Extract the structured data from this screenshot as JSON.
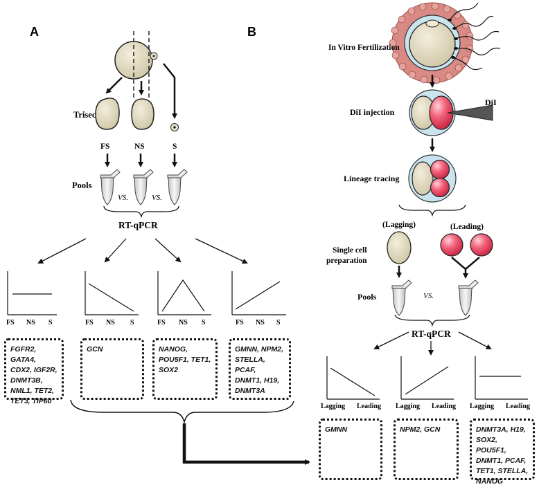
{
  "panel_a": {
    "letter": "A",
    "trisection_label": "Trisection",
    "fractions": [
      "FS",
      "NS",
      "S"
    ],
    "pools_label": "Pools",
    "vs": "VS.",
    "rtqpcr": "RT-qPCR",
    "graphs": [
      {
        "pattern": "flat",
        "x_ticks": [
          "FS",
          "NS",
          "S"
        ]
      },
      {
        "pattern": "decreasing",
        "x_ticks": [
          "FS",
          "NS",
          "S"
        ]
      },
      {
        "pattern": "peak",
        "x_ticks": [
          "FS",
          "NS",
          "S"
        ]
      },
      {
        "pattern": "increasing",
        "x_ticks": [
          "FS",
          "NS",
          "S"
        ]
      }
    ],
    "gene_boxes": [
      "FGFR2, GATA4, CDX2, IGF2R, DNMT3B, NML1, TET2, TET3, TIP60",
      "GCN",
      "NANOG, POU5F1, TET1, SOX2",
      "GMNN, NPM2, STELLA, PCAF, DNMT1, H19, DNMT3A"
    ]
  },
  "panel_b": {
    "letter": "B",
    "ivf_label": "In Vitro Fertilization",
    "dil_injection_label": "DiI injection",
    "dil_label": "DiI",
    "lineage_label": "Lineage tracing",
    "lagging_label": "(Lagging)",
    "leading_label": "(Leading)",
    "single_cell_label_1": "Single cell",
    "single_cell_label_2": "preparation",
    "pools_label": "Pools",
    "vs": "VS.",
    "rtqpcr": "RT-qPCR",
    "graphs": [
      {
        "pattern": "decreasing",
        "x_ticks": [
          "Lagging",
          "Leading"
        ]
      },
      {
        "pattern": "increasing",
        "x_ticks": [
          "Lagging",
          "Leading"
        ]
      },
      {
        "pattern": "flat",
        "x_ticks": [
          "Lagging",
          "Leading"
        ]
      }
    ],
    "gene_boxes": [
      "GMNN",
      "NPM2, GCN",
      "DNMT3A, H19, SOX2, POU5F1, DNMT1, PCAF, TET1, STELLA, NANOG"
    ]
  },
  "colors": {
    "cell_fill": "#e3dcc2",
    "cell_stroke": "#222222",
    "red_cell": "#e8405a",
    "red_cell_light": "#f7a3b2",
    "follicle": "#d98a84",
    "line": "#111111"
  }
}
